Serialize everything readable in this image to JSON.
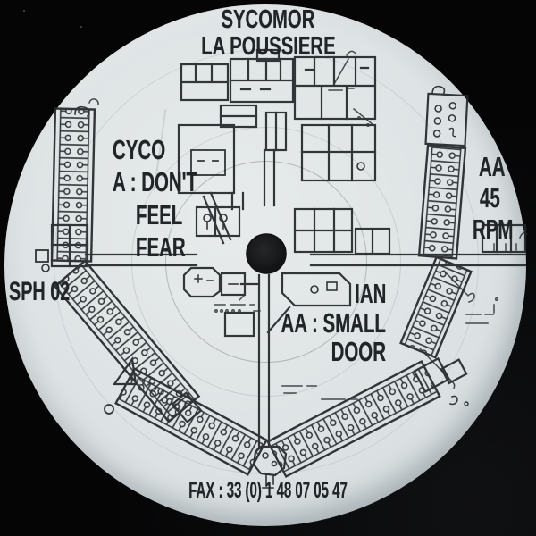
{
  "record_label": {
    "artist": "SYCOMOR",
    "title": "LA POUSSIERE",
    "side_a": {
      "artist": "CYCO",
      "line1": "A : DON'T",
      "line2": "FEEL",
      "line3": "FEAR"
    },
    "side_aa": {
      "artist": "IAN",
      "line1": "AA : SMALL",
      "line2": "DOOR"
    },
    "speed": {
      "line1": "AA",
      "line2": "45",
      "line3": "RPM"
    },
    "catalog_number": "SPH 02",
    "fax_line": "FAX : 33 (0) 1 48 07 05 47",
    "colors": {
      "label": "#dfe4e5",
      "ink": "#212528",
      "background": "#050506"
    },
    "icons": {
      "floorplan": "hospital-floorplan-artwork",
      "hole": "spindle-hole"
    }
  }
}
